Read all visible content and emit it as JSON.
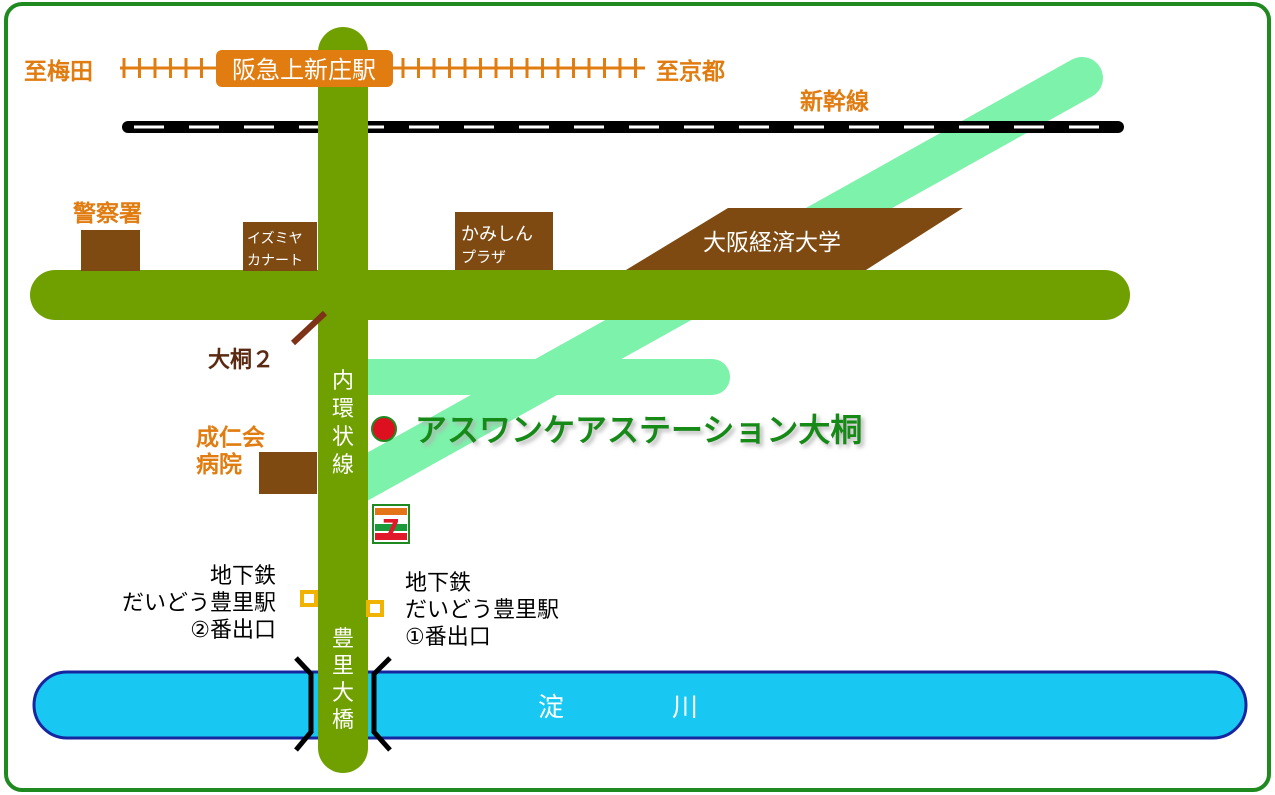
{
  "railway": {
    "station": "阪急上新庄駅",
    "west": "至梅田",
    "east": "至京都"
  },
  "shinkansen": "新幹線",
  "roads": {
    "inner_ring": [
      "内",
      "環",
      "状",
      "線"
    ],
    "bridge": [
      "豊",
      "里",
      "大",
      "橋"
    ]
  },
  "river": [
    "淀",
    "川"
  ],
  "landmarks": {
    "police": "警察署",
    "izumiya": [
      "イズミヤ",
      "カナート"
    ],
    "kamishin": [
      "かみしん",
      "プラザ"
    ],
    "university": "大阪経済大学",
    "hospital": [
      "成仁会",
      "病院"
    ],
    "intersection": "大桐２"
  },
  "destination": "アスワンケアステーション大桐",
  "subway_exit_2": [
    "地下鉄",
    "だいどう豊里駅",
    "②番出口"
  ],
  "subway_exit_1": [
    "地下鉄",
    "だいどう豊里駅",
    "①番出口"
  ],
  "colors": {
    "border": "#1f8a1f",
    "road": "#6fa000",
    "light_road": "#7cf2aa",
    "building": "#7e4a12",
    "orange_text": "#e07c10",
    "railway": "#e07c10",
    "river": "#18c8f2",
    "river_outline": "#1626a0",
    "destination_text": "#168a16",
    "destination_dot": "#dd1020",
    "exit_square": "#f0b400"
  }
}
